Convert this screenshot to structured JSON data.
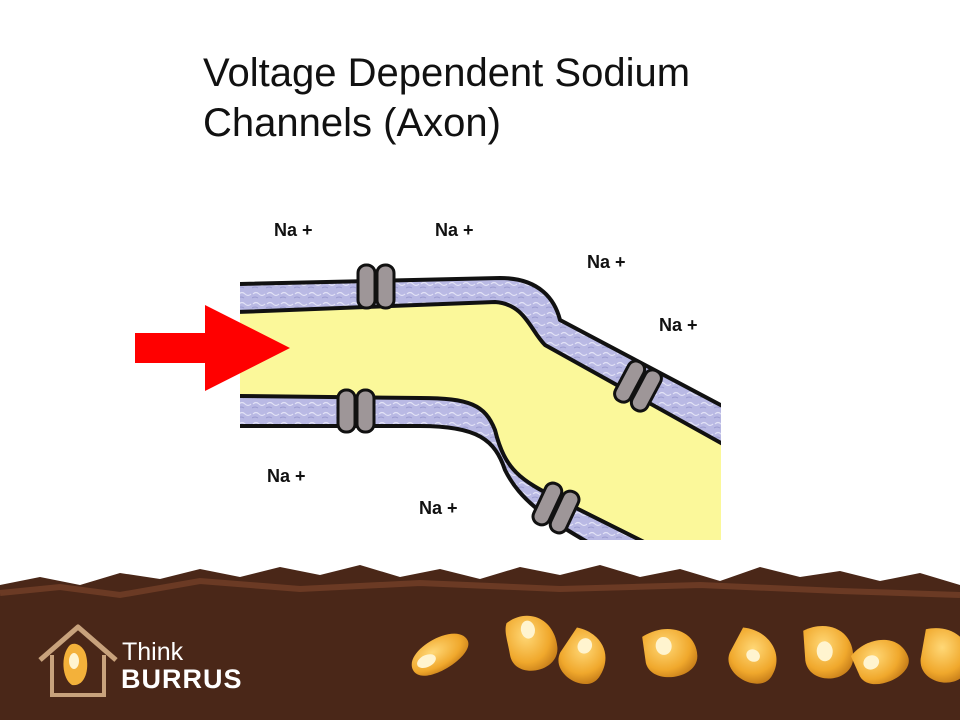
{
  "slide": {
    "title_line1": "Voltage Dependent Sodium",
    "title_line2": "Channels (Axon)"
  },
  "diagram": {
    "ion_labels": [
      "Na +",
      "Na +",
      "Na +",
      "Na +",
      "Na +",
      "Na +"
    ],
    "colors": {
      "axon_interior": "#fbf89a",
      "membrane": "#b9b9e4",
      "channel": "#9e9698",
      "arrow": "#ff0000",
      "outline": "#111111"
    }
  },
  "footer": {
    "brand_line1": "Think",
    "brand_line2": "BURRUS",
    "colors": {
      "soil": "#4a2718",
      "kernel": "#f3b13a"
    }
  }
}
